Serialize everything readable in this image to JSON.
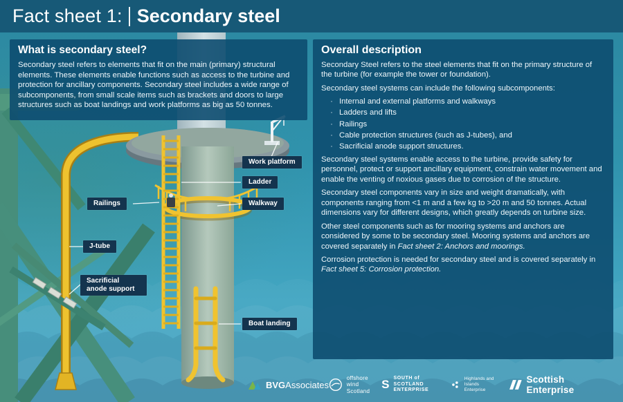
{
  "header": {
    "prefix": "Fact sheet 1:",
    "title": "Secondary steel"
  },
  "left_panel": {
    "title": "What is secondary steel?",
    "body": "Secondary steel refers to elements that fit on the main (primary) structural elements. These elements enable functions such as access to the turbine and protection for ancillary components. Secondary steel includes a wide range of subcomponents, from small scale items such as brackets and doors to large structures such as boat landings and work platforms as big as 50 tonnes."
  },
  "right_panel": {
    "title": "Overall description",
    "p1": "Secondary Steel refers to the steel elements that fit on the primary structure of the turbine (for example the tower or foundation).",
    "p2": "Secondary steel systems can include the following subcomponents:",
    "bullet_char": "·",
    "bullets": [
      "Internal and external platforms and walkways",
      "Ladders and lifts",
      "Railings",
      "Cable protection structures (such as J-tubes), and",
      "Sacrificial anode support structures."
    ],
    "p3": "Secondary steel systems enable access to the turbine, provide safety for personnel, protect or support ancillary equipment, constrain water movement and enable the venting of noxious gases due to corrosion of the structure.",
    "p4": "Secondary steel components vary in size and weight dramatically, with components ranging from <1 m and a few kg to >20 m and 50 tonnes. Actual dimensions vary for different designs, which greatly depends on turbine size.",
    "p5_text": "Other steel components such as for mooring systems and anchors are considered by some to be secondary steel. Mooring systems and anchors are covered separately in ",
    "p5_italic": "Fact sheet 2: Anchors and moorings.",
    "p6_text": "Corrosion protection is needed for secondary steel and is covered separately in ",
    "p6_italic": "Fact sheet 5: Corrosion protection."
  },
  "diagram": {
    "labels": [
      {
        "id": "work-platform",
        "text": "Work platform"
      },
      {
        "id": "ladder",
        "text": "Ladder"
      },
      {
        "id": "railings",
        "text": "Railings"
      },
      {
        "id": "walkway",
        "text": "Walkway"
      },
      {
        "id": "j-tube",
        "text": "J-tube"
      },
      {
        "id": "sacrificial-anode-support",
        "text": "Sacrificial anode support"
      },
      {
        "id": "boat-landing",
        "text": "Boat landing"
      }
    ]
  },
  "footer": {
    "bvg_bold": "BVG",
    "bvg_rest": "Associates",
    "ows_line1": "offshore wind",
    "ows_line2": "Scotland",
    "sos_mark": "S",
    "sos_line1": "SOUTH of SCOTLAND",
    "sos_line2": "ENTERPRISE",
    "hie_line1": "Highlands and Islands",
    "hie_line2": "Enterprise",
    "se_label": "Scottish Enterprise"
  },
  "colors": {
    "accent_yellow": "#F0C330",
    "panel_blue": "#0D4C70",
    "header_blue": "#175977",
    "structure_green": "#478E7B",
    "background_teal": "#3194AE",
    "label_navy": "#14344E"
  }
}
